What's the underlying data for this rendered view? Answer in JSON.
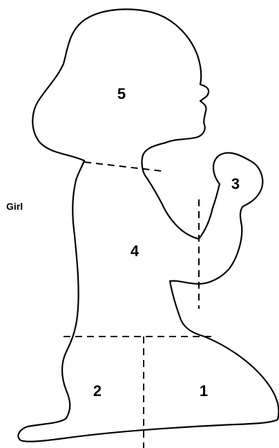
{
  "label": "Girl",
  "regions": [
    "1",
    "2",
    "3",
    "4",
    "5"
  ],
  "colors": {
    "stroke": "#000000",
    "background": "#ffffff"
  }
}
